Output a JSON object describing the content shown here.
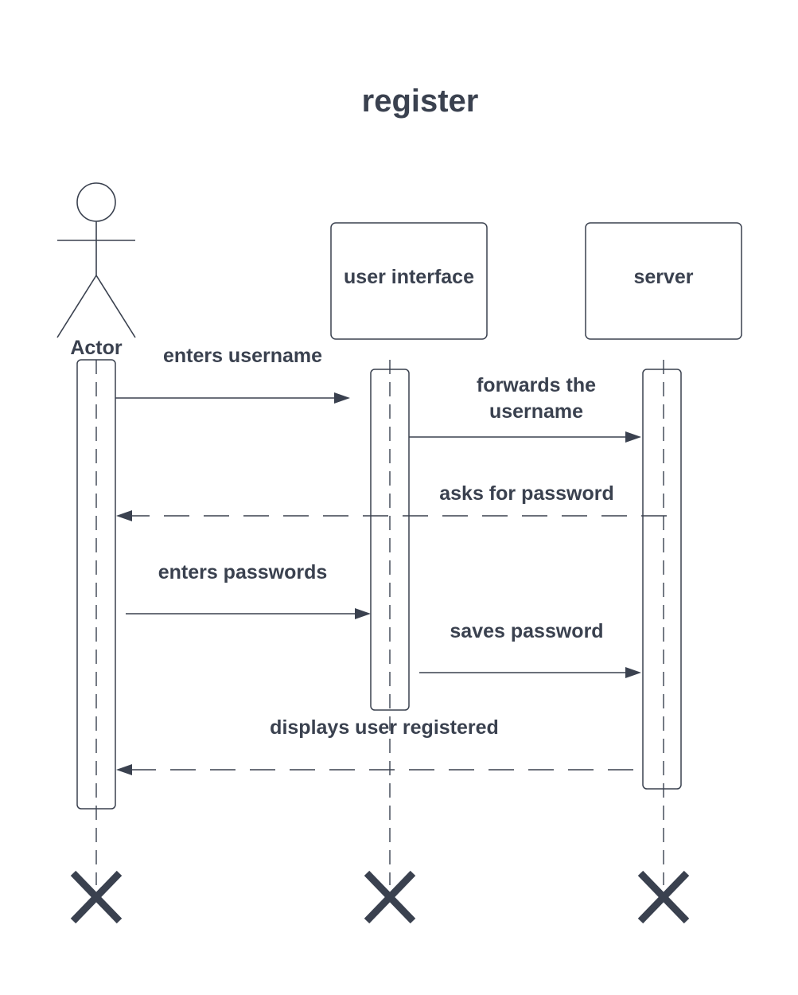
{
  "diagram": {
    "title": "register",
    "participants": {
      "actor": {
        "label": "Actor"
      },
      "ui": {
        "label": "user interface"
      },
      "server": {
        "label": "server"
      }
    },
    "messages": [
      {
        "id": "m1",
        "lines": [
          "enters username"
        ],
        "from": "actor",
        "to": "ui",
        "style": "solid"
      },
      {
        "id": "m2",
        "lines": [
          "forwards the",
          "username"
        ],
        "from": "ui",
        "to": "server",
        "style": "solid"
      },
      {
        "id": "m3",
        "lines": [
          "asks for password"
        ],
        "from": "server",
        "to": "actor",
        "style": "dashed"
      },
      {
        "id": "m4",
        "lines": [
          "enters passwords"
        ],
        "from": "actor",
        "to": "ui",
        "style": "solid"
      },
      {
        "id": "m5",
        "lines": [
          "saves password"
        ],
        "from": "ui",
        "to": "server",
        "style": "solid"
      },
      {
        "id": "m6",
        "lines": [
          "displays user registered"
        ],
        "from": "server",
        "to": "actor",
        "style": "dashed"
      }
    ],
    "colors": {
      "ink": "#3a414f",
      "background": "#ffffff"
    }
  }
}
